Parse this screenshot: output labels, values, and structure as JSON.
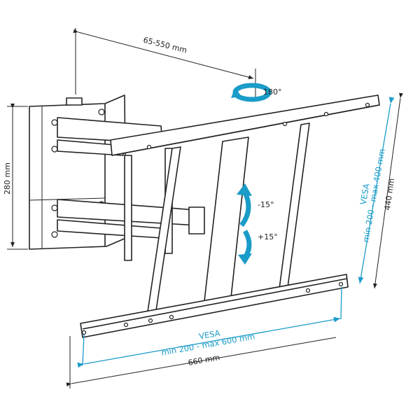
{
  "dimensions": {
    "arm_extension": "65-550 mm",
    "swivel": "180°",
    "wall_plate_height": "280 mm",
    "tilt_up": "-15°",
    "tilt_down": "+15°",
    "vesa_vertical_title": "VESA",
    "vesa_vertical_range": "min 200 - max 400 mm",
    "bracket_height": "440 mm",
    "vesa_horizontal_title": "VESA",
    "vesa_horizontal_range": "min 200 - max 600 mm",
    "bracket_width": "660 mm"
  },
  "colors": {
    "accent": "#1a9cc8",
    "line": "#222222"
  }
}
